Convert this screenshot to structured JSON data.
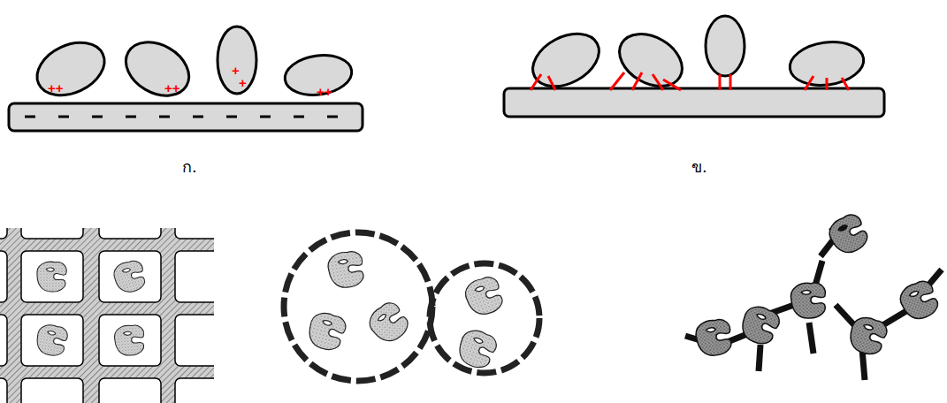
{
  "diagram": {
    "labels": [
      "ก.",
      "ข.",
      "++",
      "++",
      "+",
      "+",
      "++"
    ]
  }
}
